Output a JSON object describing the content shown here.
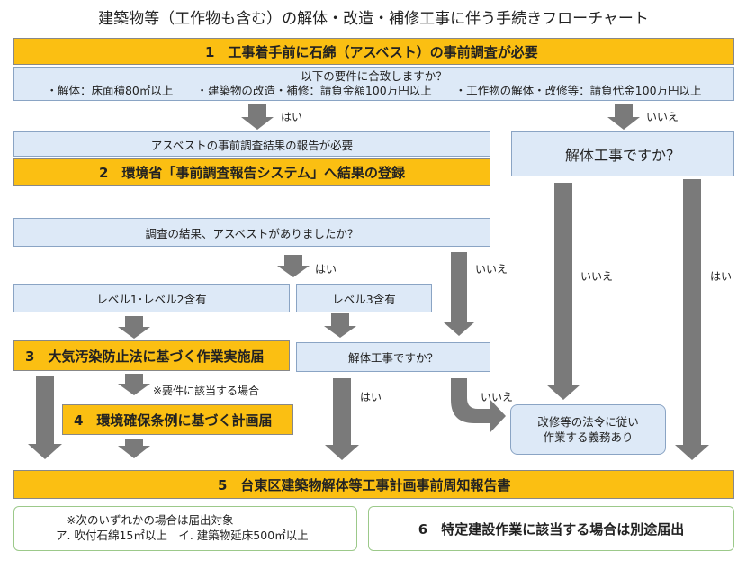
{
  "title": "建築物等（工作物も含む）の解体・改造・補修工事に伴う手続きフローチャート",
  "step1": "1　工事着手前に石綿（アスベスト）の事前調査が必要",
  "requirements": {
    "question": "以下の要件に合致しますか？",
    "items": [
      "・解体：床面積80㎡以上",
      "・建築物の改造・補修：請負金額100万円以上",
      "・工作物の解体・改修等：請負代金100万円以上"
    ]
  },
  "report_needed": "アスベストの事前調査結果の報告が必要",
  "step2": "2　環境省「事前調査報告システム」へ結果の登録",
  "asbestos_question": "調査の結果、アスベストがありましたか？",
  "level12": "レベル1･レベル2含有",
  "level3": "レベル3含有",
  "step3": "3　大気汚染防止法に基づく作業実施届",
  "note_requirement": "※要件に該当する場合",
  "step4": "4　環境確保条例に基づく計画届",
  "demolition_q_small": "解体工事ですか？",
  "demolition_q_large": "解体工事ですか？",
  "obligation": [
    "改修等の法令に従い",
    "作業する義務あり"
  ],
  "step5": "5　台東区建築物解体等工事計画事前周知報告書",
  "notice": {
    "line1": "※次のいずれかの場合は届出対象",
    "line2": "ア. 吹付石綿15㎡以上　イ. 建築物延床500㎡以上"
  },
  "step6": "6　特定建設作業に該当する場合は別途届出",
  "labels": {
    "yes": "はい",
    "no": "いいえ"
  },
  "colors": {
    "orange": "#fbbf12",
    "light_blue": "#dde9f7",
    "arrow_gray": "#7a7a7a",
    "green_border": "#9cc98a"
  }
}
